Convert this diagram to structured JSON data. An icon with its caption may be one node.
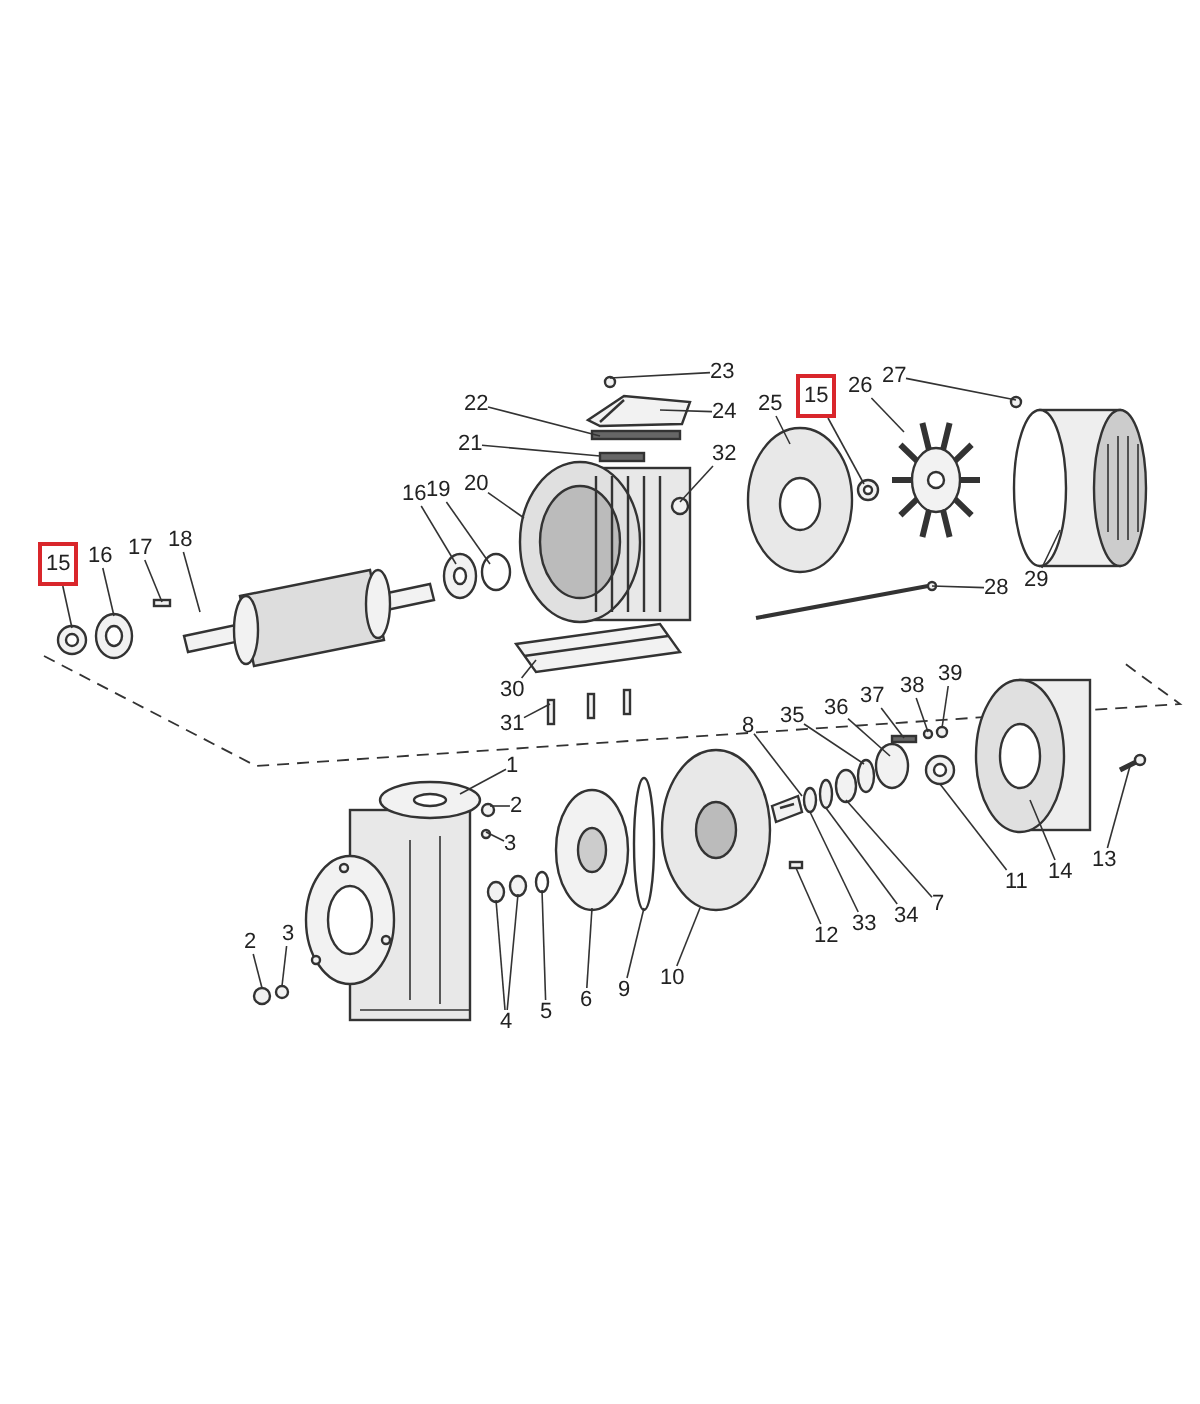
{
  "diagram": {
    "nodes": [
      {
        "text": [
          "15"
        ]
      },
      {
        "text": [
          "16"
        ]
      },
      {
        "text": [
          "17"
        ]
      },
      {
        "text": [
          "18"
        ]
      },
      {
        "text": [
          "23"
        ]
      },
      {
        "text": [
          "22"
        ]
      },
      {
        "text": [
          "24"
        ]
      },
      {
        "text": [
          "21"
        ]
      },
      {
        "text": [
          "15"
        ]
      },
      {
        "text": [
          "26"
        ]
      },
      {
        "text": [
          "27"
        ]
      },
      {
        "text": [
          "25"
        ]
      },
      {
        "text": [
          "16"
        ]
      },
      {
        "text": [
          "19"
        ]
      },
      {
        "text": [
          "20"
        ]
      },
      {
        "text": [
          "32"
        ]
      },
      {
        "text": [
          "29"
        ]
      },
      {
        "text": [
          "28"
        ]
      },
      {
        "text": [
          "30"
        ]
      },
      {
        "text": [
          "31"
        ]
      },
      {
        "text": [
          "39"
        ]
      },
      {
        "text": [
          "37"
        ]
      },
      {
        "text": [
          "38"
        ]
      },
      {
        "text": [
          "8"
        ]
      },
      {
        "text": [
          "35"
        ]
      },
      {
        "text": [
          "36"
        ]
      },
      {
        "text": [
          "1"
        ]
      },
      {
        "text": [
          "2"
        ]
      },
      {
        "text": [
          "3"
        ]
      },
      {
        "text": [
          "13"
        ]
      },
      {
        "text": [
          "11"
        ]
      },
      {
        "text": [
          "14"
        ]
      },
      {
        "text": [
          "7"
        ]
      },
      {
        "text": [
          "10"
        ]
      },
      {
        "text": [
          "9"
        ]
      },
      {
        "text": [
          "34"
        ]
      },
      {
        "text": [
          "6"
        ]
      },
      {
        "text": [
          "33"
        ]
      },
      {
        "text": [
          "12"
        ]
      },
      {
        "text": [
          "5"
        ]
      },
      {
        "text": [
          "2"
        ]
      },
      {
        "text": [
          "3"
        ]
      },
      {
        "text": [
          "4"
        ]
      },
      {
        "text": [],
        "shape": "picture"
      },
      {
        "text": [],
        "shape": "picture"
      },
      {
        "text": [],
        "shape": "box"
      },
      {
        "text": [],
        "shape": "picture"
      },
      {
        "text": [],
        "shape": "circle"
      },
      {
        "text": [],
        "shape": "bar"
      },
      {
        "text": [],
        "shape": "picture"
      },
      {
        "text": [],
        "shape": "bar"
      },
      {
        "text": [],
        "shape": "picture"
      },
      {
        "text": [],
        "shape": "picture"
      },
      {
        "text": [],
        "shape": "circle"
      },
      {
        "text": [],
        "shape": "picture"
      },
      {
        "text": [],
        "shape": "picture"
      },
      {
        "text": [],
        "shape": "circle"
      },
      {
        "text": [],
        "shape": "picture"
      },
      {
        "text": [],
        "shape": "circle"
      },
      {
        "text": [],
        "shape": "picture"
      },
      {
        "text": [],
        "shape": "picture"
      },
      {
        "text": [],
        "shape": "picture"
      },
      {
        "text": [],
        "shape": "picture"
      },
      {
        "text": [],
        "shape": "circle"
      },
      {
        "text": [],
        "shape": "bar"
      },
      {
        "text": [],
        "shape": "circle"
      },
      {
        "text": [],
        "shape": "picture"
      },
      {
        "text": [],
        "shape": "circle"
      },
      {
        "text": [],
        "shape": "circle"
      },
      {
        "text": [],
        "shape": "picture"
      },
      {
        "text": [],
        "shape": "circle"
      },
      {
        "text": [],
        "shape": "circle"
      },
      {
        "text": [],
        "shape": "picture"
      },
      {
        "text": [],
        "shape": "picture"
      },
      {
        "text": [],
        "shape": "picture"
      },
      {
        "text": [],
        "shape": "circle"
      },
      {
        "text": [],
        "shape": "picture"
      },
      {
        "text": [],
        "shape": "circle"
      },
      {
        "text": [],
        "shape": "circle"
      },
      {
        "text": [],
        "shape": "picture"
      },
      {
        "text": [],
        "shape": "circle"
      },
      {
        "text": [],
        "shape": "box"
      },
      {
        "text": [],
        "shape": "circle"
      },
      {
        "text": [],
        "shape": "circle"
      },
      {
        "text": [],
        "shape": "circle"
      },
      {
        "text": [],
        "shape": "circle"
      },
      {
        "text": [],
        "shape": "circle"
      }
    ],
    "edges": [
      {
        "from": 0,
        "to": 43,
        "arrow": "none"
      },
      {
        "from": 1,
        "to": 44,
        "arrow": "none"
      },
      {
        "from": 2,
        "to": 45,
        "arrow": "none"
      },
      {
        "from": 3,
        "to": 46,
        "arrow": "none"
      },
      {
        "from": 4,
        "to": 47,
        "arrow": "none"
      },
      {
        "from": 5,
        "to": 48,
        "arrow": "none"
      },
      {
        "from": 6,
        "to": 49,
        "arrow": "none"
      },
      {
        "from": 7,
        "to": 50,
        "arrow": "none"
      },
      {
        "from": 8,
        "to": 51,
        "arrow": "none"
      },
      {
        "from": 9,
        "to": 52,
        "arrow": "none"
      },
      {
        "from": 10,
        "to": 53,
        "arrow": "none"
      },
      {
        "from": 11,
        "to": 54,
        "arrow": "none"
      },
      {
        "from": 12,
        "to": 55,
        "arrow": "none"
      },
      {
        "from": 13,
        "to": 56,
        "arrow": "none"
      },
      {
        "from": 14,
        "to": 57,
        "arrow": "none"
      },
      {
        "from": 15,
        "to": 58,
        "arrow": "none"
      },
      {
        "from": 16,
        "to": 59,
        "arrow": "none"
      },
      {
        "from": 17,
        "to": 60,
        "arrow": "none"
      },
      {
        "from": 18,
        "to": 61,
        "arrow": "none"
      },
      {
        "from": 19,
        "to": 62,
        "arrow": "none"
      },
      {
        "from": 20,
        "to": 63,
        "arrow": "none"
      },
      {
        "from": 21,
        "to": 64,
        "arrow": "none"
      },
      {
        "from": 22,
        "to": 65,
        "arrow": "none"
      },
      {
        "from": 23,
        "to": 66,
        "arrow": "none"
      },
      {
        "from": 24,
        "to": 67,
        "arrow": "none"
      },
      {
        "from": 25,
        "to": 68,
        "arrow": "none"
      },
      {
        "from": 26,
        "to": 69,
        "arrow": "none"
      },
      {
        "from": 27,
        "to": 70,
        "arrow": "none"
      },
      {
        "from": 28,
        "to": 71,
        "arrow": "none"
      },
      {
        "from": 29,
        "to": 72,
        "arrow": "none"
      },
      {
        "from": 30,
        "to": 73,
        "arrow": "none"
      },
      {
        "from": 31,
        "to": 74,
        "arrow": "none"
      },
      {
        "from": 32,
        "to": 75,
        "arrow": "none"
      },
      {
        "from": 33,
        "to": 76,
        "arrow": "none"
      },
      {
        "from": 34,
        "to": 77,
        "arrow": "none"
      },
      {
        "from": 35,
        "to": 78,
        "arrow": "none"
      },
      {
        "from": 36,
        "to": 79,
        "arrow": "none"
      },
      {
        "from": 37,
        "to": 80,
        "arrow": "none"
      },
      {
        "from": 38,
        "to": 81,
        "arrow": "none"
      },
      {
        "from": 39,
        "to": 82,
        "arrow": "none"
      },
      {
        "from": 40,
        "to": 83,
        "arrow": "none"
      },
      {
        "from": 41,
        "to": 84,
        "arrow": "none"
      },
      {
        "from": 42,
        "to": 85,
        "arrow": "none"
      },
      {
        "from": 42,
        "to": 86,
        "arrow": "none"
      }
    ]
  }
}
